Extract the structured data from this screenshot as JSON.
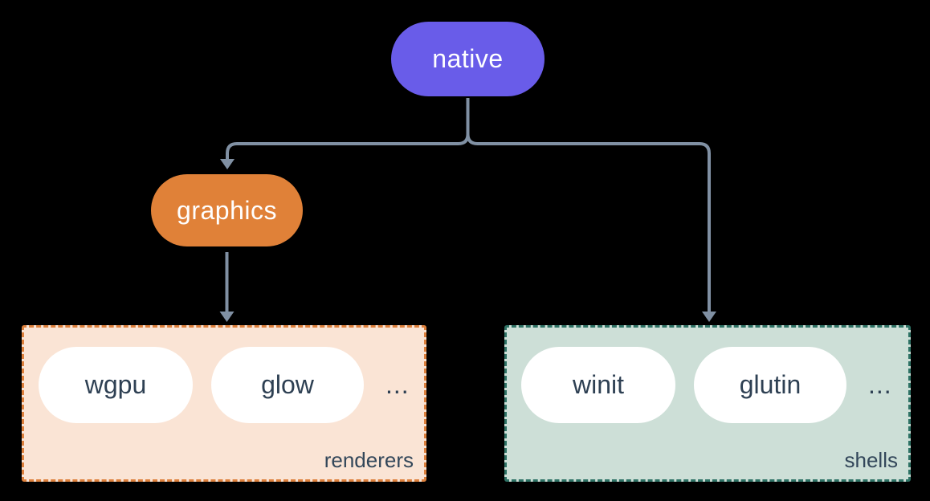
{
  "colors": {
    "page-bg": "#000000",
    "connector": "#8090A3",
    "native-bg": "#695CE9",
    "graphics-bg": "#E08138",
    "renderers-fill": "#FAE4D5",
    "renderers-border": "#DD803C",
    "shells-fill": "#CDDFD7",
    "shells-border": "#2E7265",
    "pill-bg": "#FFFFFF",
    "pill-text": "#2E4053",
    "group-label": "#33475A"
  },
  "nodes": {
    "native": {
      "label": "native"
    },
    "graphics": {
      "label": "graphics"
    }
  },
  "groups": {
    "renderers": {
      "label": "renderers",
      "ellipsis": "...",
      "items": [
        {
          "label": "wgpu"
        },
        {
          "label": "glow"
        }
      ]
    },
    "shells": {
      "label": "shells",
      "ellipsis": "...",
      "items": [
        {
          "label": "winit"
        },
        {
          "label": "glutin"
        }
      ]
    }
  },
  "edges": [
    {
      "from": "native",
      "to": "graphics"
    },
    {
      "from": "native",
      "to": "shells"
    },
    {
      "from": "graphics",
      "to": "renderers"
    }
  ]
}
